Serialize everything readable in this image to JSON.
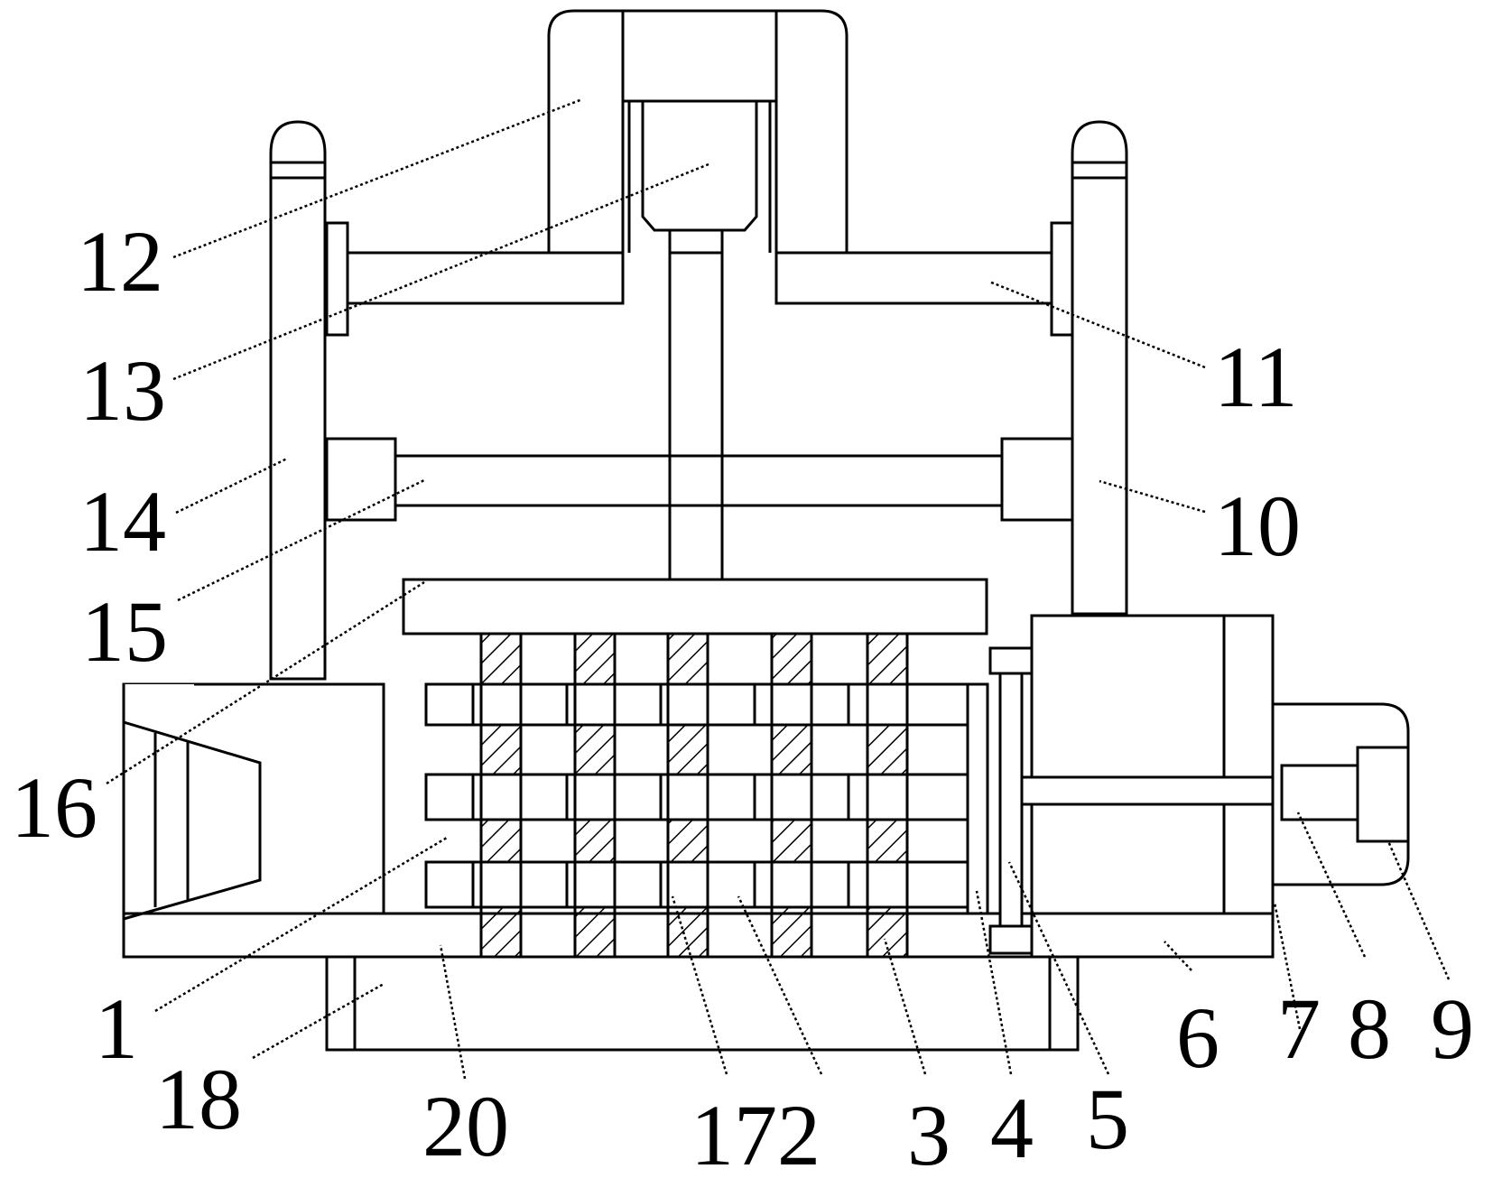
{
  "labels": {
    "l1": "1",
    "l3": "3",
    "l4": "4",
    "l5": "5",
    "l6": "6",
    "l7": "7",
    "l8": "8",
    "l9": "9",
    "l10": "10",
    "l11": "11",
    "l12": "12",
    "l13": "13",
    "l14": "14",
    "l15": "15",
    "l16": "16",
    "l172": "172",
    "l18": "18",
    "l20": "20"
  }
}
